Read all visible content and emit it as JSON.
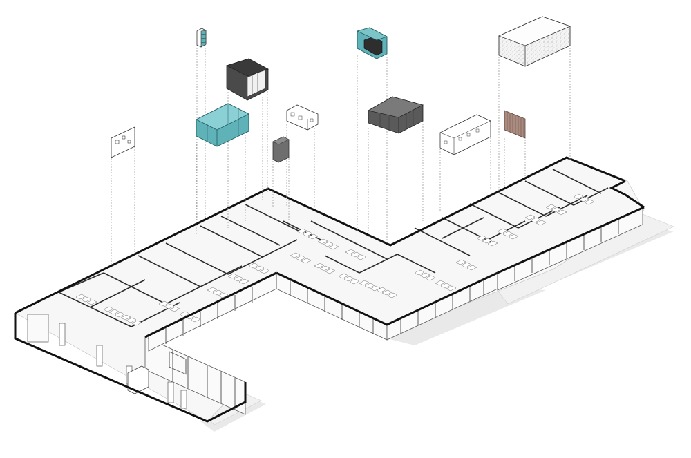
{
  "diagram": {
    "colors": {
      "background": "#ffffff",
      "walls": "#111111",
      "teal": "#5fb3b8",
      "dark_grey": "#4a4a4a",
      "mid_grey": "#6e6e6e",
      "timber": "#9b7b6f"
    },
    "exploded_elements": [
      {
        "id": "tall-thin-teal-shelf",
        "color": "teal"
      },
      {
        "id": "dark-open-booth",
        "color": "dark_grey"
      },
      {
        "id": "teal-glass-room",
        "color": "teal"
      },
      {
        "id": "small-grey-cabinet",
        "color": "mid_grey"
      },
      {
        "id": "white-panel-left",
        "color": "white"
      },
      {
        "id": "white-panel-box-center",
        "color": "white"
      },
      {
        "id": "teal-frame-booth",
        "color": "teal"
      },
      {
        "id": "dark-storage-block",
        "color": "dark_grey"
      },
      {
        "id": "white-panel-box-right",
        "color": "white"
      },
      {
        "id": "timber-panel",
        "color": "timber"
      },
      {
        "id": "textured-block",
        "color": "white"
      }
    ]
  }
}
